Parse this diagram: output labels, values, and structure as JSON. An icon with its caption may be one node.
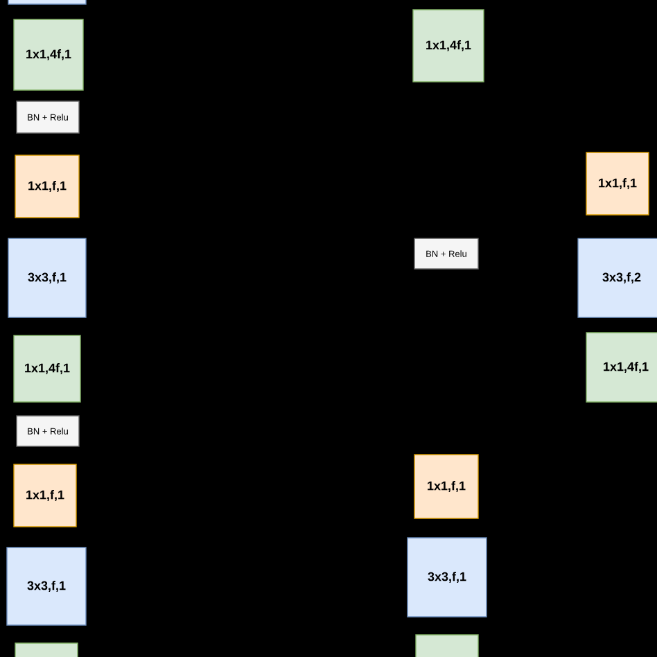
{
  "diagram": {
    "nodes": [
      {
        "text": [],
        "shape": "box"
      },
      {
        "text": [
          "1x1,4f,1"
        ]
      },
      {
        "text": [
          "BN + Relu"
        ]
      },
      {
        "text": [
          "1x1,f,1"
        ]
      },
      {
        "text": [
          "3x3,f,1"
        ]
      },
      {
        "text": [
          "1x1,4f,1"
        ]
      },
      {
        "text": [
          "BN + Relu"
        ]
      },
      {
        "text": [
          "1x1,f,1"
        ]
      },
      {
        "text": [
          "3x3,f,1"
        ]
      },
      {
        "text": [],
        "shape": "box"
      },
      {
        "text": [
          "1x1,4f,1"
        ]
      },
      {
        "text": [
          "BN + Relu"
        ]
      },
      {
        "text": [
          "1x1,f,1"
        ]
      },
      {
        "text": [
          "3x3,f,1"
        ]
      },
      {
        "text": [],
        "shape": "box"
      },
      {
        "text": [
          "1x1,f,1"
        ]
      },
      {
        "text": [
          "3x3,f,2"
        ]
      },
      {
        "text": [
          "1x1,4f,1"
        ]
      }
    ]
  }
}
